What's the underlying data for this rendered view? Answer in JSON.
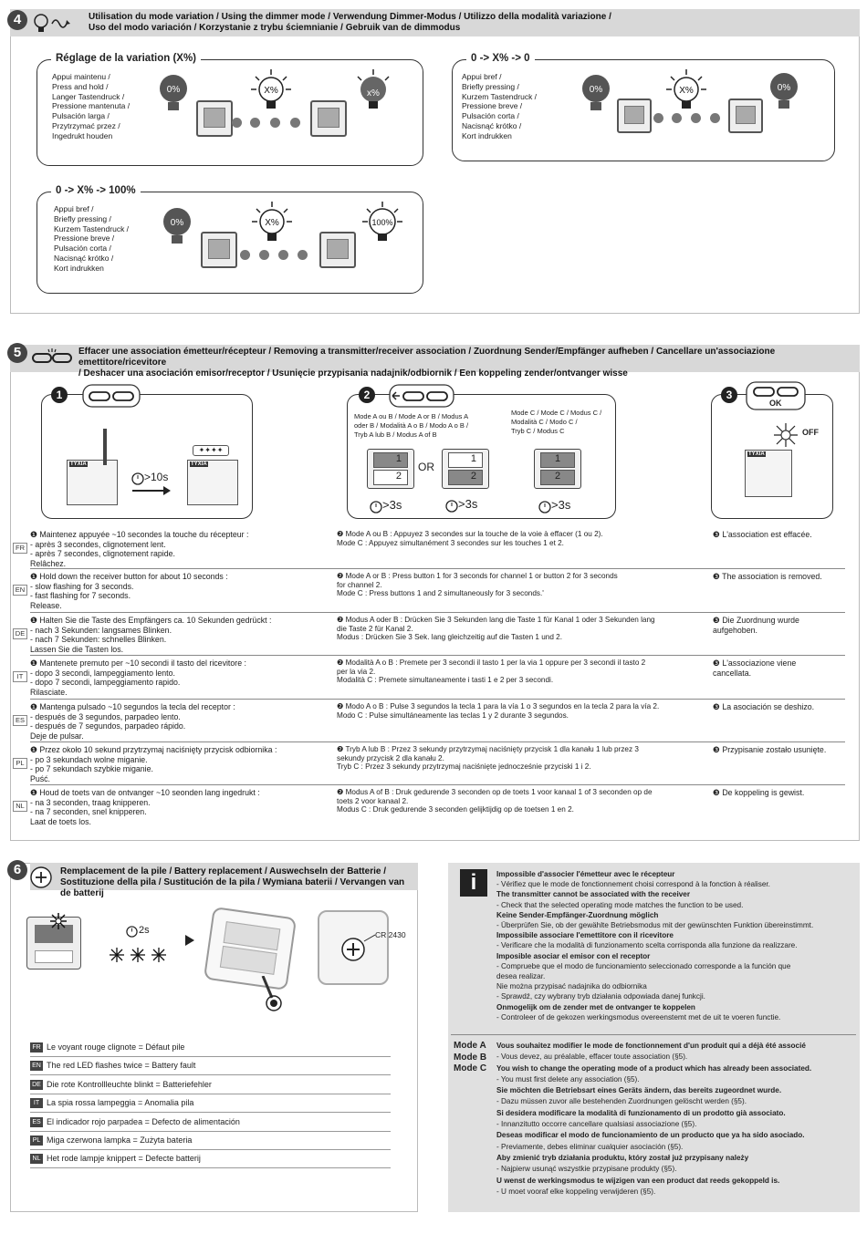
{
  "section4": {
    "number": "4",
    "title": "Utilisation du mode variation / Using the dimmer mode / Verwendung Dimmer-Modus / Utilizzo della modalità variazione /\nUso del modo variación / Korzystanie z trybu ściemnianie / Gebruik van de dimmodus",
    "box1": {
      "title": "Réglage de la variation (X%)",
      "text": "Appui maintenu /\nPress and hold /\nLanger Tastendruck /\nPressione mantenuta /\nPulsación larga /\nPrzytrzymać przez /\nIngedrukt houden",
      "bulbs": [
        "0%",
        "X%",
        "x%"
      ]
    },
    "box2": {
      "title": "0 -> X% -> 0",
      "text": "Appui bref /\nBriefly pressing /\nKurzem Tastendruck /\nPressione breve /\nPulsación corta /\nNacisnąć krótko /\nKort indrukken",
      "bulbs": [
        "0%",
        "X%",
        "0%"
      ]
    },
    "box3": {
      "title": "0 -> X% -> 100%",
      "text": "Appui bref /\nBriefly pressing /\nKurzem Tastendruck /\nPressione breve /\nPulsación corta /\nNacisnąć krótko /\nKort indrukken",
      "bulbs": [
        "0%",
        "X%",
        "100%"
      ]
    }
  },
  "section5": {
    "number": "5",
    "title": "Effacer une association émetteur/récepteur / Removing a transmitter/receiver association / Zuordnung Sender/Empfänger aufheben / Cancellare un'associazione emettitore/ricevitore\n/ Deshacer una asociación emisor/receptor / Usunięcie przypisania nadajnik/odbiornik / Een koppeling zender/ontvanger wisse",
    "step1": {
      "number": "1",
      "time": ">10s",
      "brand": "TYXIA"
    },
    "step2": {
      "number": "2",
      "modeAB": "Mode A ou B / Mode A or B / Modus A\noder B / Modalità A o B / Modo A o B /\nTryb A lub B / Modus A of B",
      "modeC": "Mode C / Mode C / Modus C /\nModalità C / Modo C /\nTryb C / Modus C",
      "or": "OR",
      "time": ">3s",
      "key1": "1",
      "key2": "2"
    },
    "step3": {
      "number": "3",
      "ok": "OK",
      "off": "OFF",
      "brand": "TYXIA"
    },
    "rows": [
      {
        "lang": "FR",
        "c1": "❶ Maintenez appuyée ~10 secondes la touche du récepteur :\n   - après 3 secondes, clignotement lent.\n   - après 7 secondes, clignotement rapide.\n   Relâchez.",
        "c2": "❷ Mode A ou B : Appuyez 3 secondes sur la touche de la voie à effacer (1 ou 2).\n   Mode C : Appuyez simultanément 3 secondes sur les touches 1 et 2.",
        "c3": "❸ L'association est effacée."
      },
      {
        "lang": "EN",
        "c1": "❶ Hold down the receiver button for about 10 seconds :\n   - slow flashing for 3 seconds.\n   - fast flashing for 7 seconds.\n   Release.",
        "c2": "❷ Mode A or B : Press button 1 for 3 seconds for channel 1 or button 2 for 3 seconds\n   for channel 2.\n   Mode C : Press buttons 1 and 2 simultaneously for 3 seconds.'",
        "c3": "❸ The association is removed."
      },
      {
        "lang": "DE",
        "c1": "❶ Halten Sie die Taste des Empfängers ca. 10 Sekunden gedrückt :\n   - nach 3 Sekunden: langsames Blinken.\n   - nach 7 Sekunden: schnelles Blinken.\n   Lassen Sie die Tasten los.",
        "c2": "❷ Modus A oder B : Drücken Sie 3 Sekunden lang die Taste 1 für Kanal 1 oder 3 Sekunden lang\n   die Taste 2 für Kanal 2.\n   Modus : Drücken Sie 3 Sek. lang gleichzeitig auf die Tasten 1 und 2.",
        "c3": "❸ Die Zuordnung wurde\n   aufgehoben."
      },
      {
        "lang": "IT",
        "c1": "❶ Mantenete premuto per ~10 secondi il tasto del ricevitore :\n   - dopo 3 secondi, lampeggiamento lento.\n   - dopo 7 secondi, lampeggiamento rapido.\n   Rilasciate.",
        "c2": "❷ Modalità A o B : Premete per 3 secondi il tasto 1 per la via 1 oppure per 3 secondi il tasto 2\n   per la via 2.\n   Modalità C : Premete simultaneamente i tasti 1 e 2 per 3 secondi.",
        "c3": "❸ L'associazione viene\n   cancellata."
      },
      {
        "lang": "ES",
        "c1": "❶ Mantenga pulsado ~10 segundos la tecla del receptor :\n   - después de 3 segundos, parpadeo lento.\n   - después de 7 segundos, parpadeo rápido.\n   Deje de pulsar.",
        "c2": "❷ Modo A o B : Pulse 3 segundos la tecla 1 para la vía 1 o 3 segundos en la tecla 2 para la vía 2.\n   Modo C : Pulse simultáneamente las teclas 1 y 2 durante 3 segundos.",
        "c3": "❸ La asociación se deshizo."
      },
      {
        "lang": "PL",
        "c1": "❶ Przez około 10 sekund przytrzymaj naciśnięty przycisk odbiornika :\n   - po 3 sekundach wolne miganie.\n   - po 7 sekundach szybkie miganie.\n   Puść.",
        "c2": "❷ Tryb A lub B : Przez 3 sekundy przytrzymaj naciśnięty przycisk 1 dla kanału 1 lub przez 3\n   sekundy przycisk 2 dla kanału 2.\n   Tryb C : Przez 3 sekundy przytrzymaj naciśnięte jednocześnie przyciski 1 i 2.",
        "c3": "❸ Przypisanie zostało usunięte."
      },
      {
        "lang": "NL",
        "c1": "❶ Houd de toets van de ontvanger ~10 seonden lang ingedrukt :\n   - na 3 seconden, traag knipperen.\n   - na 7 seconden, snel knipperen.\n   Laat de toets los.",
        "c2": "❷ Modus A of B : Druk gedurende 3 seconden op de toets 1 voor kanaal 1 of 3 seconden op de\n   toets 2 voor kanaal 2.\n   Modus C : Druk gedurende 3 seconden gelijktijdig op de toetsen 1 en 2.",
        "c3": "❸ De koppeling is gewist."
      }
    ]
  },
  "section6": {
    "number": "6",
    "title": "Remplacement de la pile / Battery replacement / Auswechseln der Batterie /\nSostituzione della pila / Sustitución de la pila / Wymiana baterii / Vervangen van de batterij",
    "time": "2s",
    "battery": "CR 2430",
    "items": [
      {
        "lang": "FR",
        "text": "Le voyant rouge clignote = Défaut pile"
      },
      {
        "lang": "EN",
        "text": "The red LED flashes twice = Battery fault"
      },
      {
        "lang": "DE",
        "text": "Die rote Kontrollleuchte blinkt = Batteriefehler"
      },
      {
        "lang": "IT",
        "text": "La spia rossa lampeggia = Anomalia pila"
      },
      {
        "lang": "ES",
        "text": "El indicador rojo parpadea = Defecto de alimentación"
      },
      {
        "lang": "PL",
        "text": "Miga czerwona lampka = Zużyta bateria"
      },
      {
        "lang": "NL",
        "text": "Het rode lampje knippert = Defecte batterij"
      }
    ]
  },
  "infobox": {
    "icon": "i",
    "block1": [
      {
        "h": "Impossible d'associer l'émetteur avec le récepteur",
        "t": "- Vérifiez que le mode de fonctionnement choisi correspond à la fonction à réaliser."
      },
      {
        "h": "The transmitter cannot be associated with the receiver",
        "t": "- Check that the selected operating mode matches the function to be used."
      },
      {
        "h": "Keine Sender-Empfänger-Zuordnung möglich",
        "t": "- Überprüfen Sie, ob der gewählte Betriebsmodus mit der gewünschten Funktion übereinstimmt."
      },
      {
        "h": "Impossibile associare l'emettitore con il ricevitore",
        "t": "- Verificare che la modalità di funzionamento scelta corrisponda alla funzione da realizzare."
      },
      {
        "h": "Imposible asociar el emisor con el receptor",
        "t": "- Compruebe que el modo de funcionamiento seleccionado corresponde a la función que\n   desea realizar."
      },
      {
        "h": "",
        "t": "Nie można przypisać nadajnika do odbiornika\n- Sprawdź, czy wybrany tryb działania odpowiada danej funkcji."
      },
      {
        "h": "Onmogelijk om de zender met de ontvanger te koppelen",
        "t": "- Controleer of de gekozen werkingsmodus overeenstemt met de uit te voeren functie."
      }
    ],
    "modes": "Mode A\nMode B\nMode C",
    "block2": [
      {
        "h": "Vous souhaitez modifier le mode de fonctionnement d'un produit qui a déjà été associé",
        "t": "- Vous devez, au préalable, effacer toute association (§5)."
      },
      {
        "h": "You wish to change the operating mode of a product which has already been associated.",
        "t": "- You must first delete any association (§5)."
      },
      {
        "h": "Sie möchten die Betriebsart eines Geräts ändern, das bereits zugeordnet wurde.",
        "t": "- Dazu müssen zuvor alle bestehenden Zuordnungen gelöscht werden (§5)."
      },
      {
        "h": "Si desidera modificare la modalità di funzionamento di un prodotto già associato.",
        "t": "- Innanzitutto occorre cancellare qualsiasi associazione (§5)."
      },
      {
        "h": "Deseas modificar el modo de funcionamiento de un producto que ya ha sido asociado.",
        "t": "- Previamente, debes eliminar cualquier asociación (§5)."
      },
      {
        "h": "Aby zmienić tryb działania produktu, który został już przypisany należy",
        "t": "- Najpierw usunąć wszystkie przypisane produkty (§5)."
      },
      {
        "h": "U wenst de werkingsmodus te wijzigen van een product dat reeds gekoppeld is.",
        "t": "- U moet vooraf elke koppeling verwijderen (§5)."
      }
    ]
  }
}
